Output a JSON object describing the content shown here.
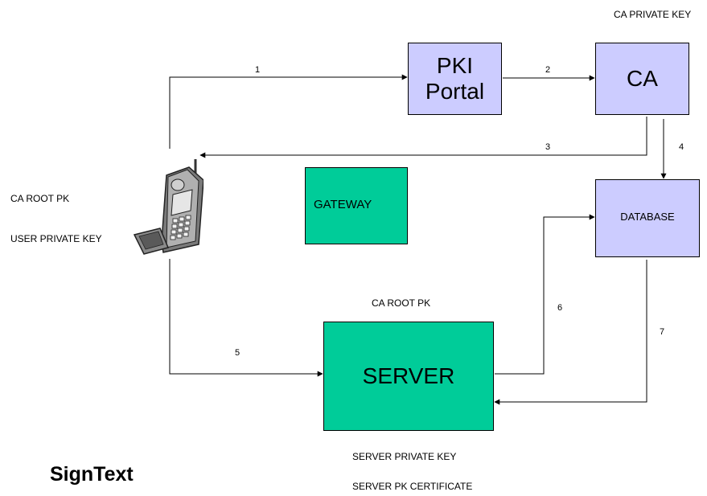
{
  "colors": {
    "lavender_fill": "#ccccff",
    "green_fill": "#00cc99",
    "line": "#000000"
  },
  "nodes": {
    "pki_portal": {
      "label_line1": "PKI",
      "label_line2": "Portal"
    },
    "ca": {
      "label": "CA"
    },
    "database": {
      "label": "DATABASE"
    },
    "gateway": {
      "label": "GATEWAY"
    },
    "server": {
      "label": "SERVER"
    },
    "phone": {
      "icon": "mobile-phone-icon"
    }
  },
  "annotations": {
    "ca_private_key": "CA PRIVATE KEY",
    "phone_ca_root_pk": "CA ROOT PK",
    "user_private_key": "USER PRIVATE KEY",
    "server_ca_root_pk": "CA ROOT PK",
    "server_private_key": "SERVER PRIVATE KEY",
    "server_pk_certificate": "SERVER PK CERTIFICATE"
  },
  "title": "SignText",
  "flows": [
    {
      "number": "1"
    },
    {
      "number": "2"
    },
    {
      "number": "3"
    },
    {
      "number": "4"
    },
    {
      "number": "5"
    },
    {
      "number": "6"
    },
    {
      "number": "7"
    }
  ]
}
